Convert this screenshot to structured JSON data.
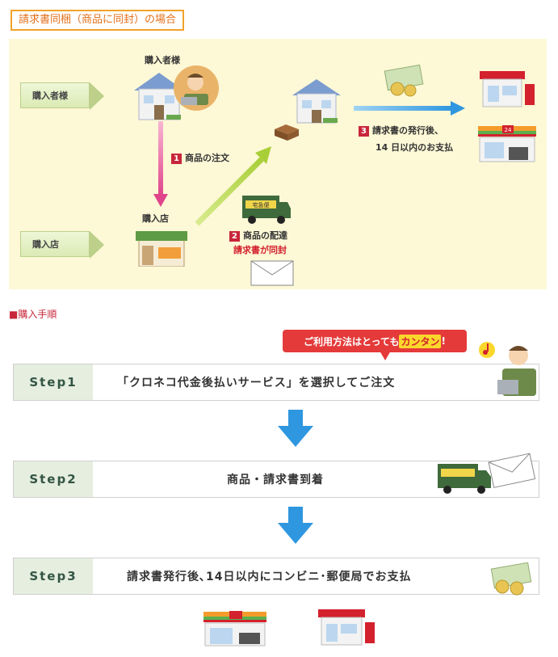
{
  "header": {
    "title": "請求書同梱（商品に同封）の場合"
  },
  "flow": {
    "tag_buyer": "購入者様",
    "tag_shop": "購入店",
    "buyer_label": "購入者様",
    "shop_label": "購入店",
    "step1_num": "1",
    "step1_label": "商品の注文",
    "step2_num": "2",
    "step2_label": "商品の配達",
    "step2_sub": "請求書が同封",
    "step3_num": "3",
    "step3_label": "請求書の発行後、",
    "step3_sub": "14 日以内のお支払",
    "truck_text": "宅急便",
    "store_24": "24"
  },
  "procedure": {
    "title": "■購入手順",
    "bubble_prefix": "ご利用方法はとっても",
    "bubble_emph": "カンタン",
    "bubble_suffix": "!",
    "steps": [
      {
        "label": "Step1",
        "text": "「クロネコ代金後払いサービス」を選択してご注文"
      },
      {
        "label": "Step2",
        "text": "商品・請求書到着"
      },
      {
        "label": "Step3",
        "text": "請求書発行後､14日以内にコンビニ･郵便局でお支払"
      }
    ]
  },
  "colors": {
    "accent": "#f1a32b",
    "brand_red": "#c8263a",
    "step_bg": "#e6eee0",
    "arrow_blue": "#2f97e0",
    "panel_bg": "#fdf8d6"
  },
  "icons": [
    "house-icon",
    "person-laptop-icon",
    "cash-icon",
    "post-office-icon",
    "convenience-store-icon",
    "shop-icon",
    "box-icon",
    "truck-icon",
    "envelope-icon",
    "music-note-icon"
  ]
}
